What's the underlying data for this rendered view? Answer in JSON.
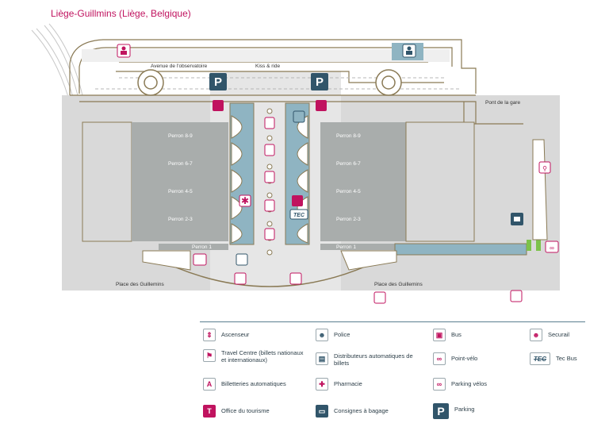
{
  "title": "Liège-Guillmins (Liège, Belgique)",
  "map": {
    "street_top": "Avenue de l'observatoire",
    "kiss_ride": "Kiss & ride",
    "bridge": "Pont de la gare",
    "square_left": "Place des Guillemins",
    "square_right": "Place des Guillemins",
    "platforms_left": [
      "Perron 8-9",
      "Perron 6-7",
      "Perron 4-5",
      "Perron 2-3"
    ],
    "platforms_right": [
      "Perron 8-9",
      "Perron 6-7",
      "Perron 4-5",
      "Perron 2-3"
    ],
    "perron1_left": "Perron 1",
    "perron1_right": "Perron 1",
    "parking_glyph": "P",
    "tec_glyph": "TEC"
  },
  "legend": {
    "col1": [
      {
        "icon": "elevator-icon",
        "label": "Ascenseur"
      },
      {
        "icon": "travel-centre-icon",
        "label": "Travel Centre (billets nationaux et internationaux)"
      },
      {
        "icon": "ticket-machine-icon",
        "label": "Billetteries automatiques"
      },
      {
        "icon": "tourism-office-icon",
        "label": "Office du tourisme"
      }
    ],
    "col2": [
      {
        "icon": "police-icon",
        "label": "Police"
      },
      {
        "icon": "ticket-dispenser-icon",
        "label": "Distributeurs automatiques de billets"
      },
      {
        "icon": "pharmacy-icon",
        "label": "Pharmacie"
      },
      {
        "icon": "luggage-icon",
        "label": "Consignes à bagage"
      }
    ],
    "col3": [
      {
        "icon": "bus-icon",
        "label": "Bus"
      },
      {
        "icon": "bike-point-icon",
        "label": "Point-vélo"
      },
      {
        "icon": "bike-parking-icon",
        "label": "Parking vélos"
      },
      {
        "icon": "parking-icon",
        "label": "Parking"
      }
    ],
    "col4": [
      {
        "icon": "securail-icon",
        "label": "Securail"
      },
      {
        "icon": "tec-bus-icon",
        "label": "Tec Bus"
      }
    ]
  },
  "colors": {
    "accent": "#c0135f",
    "teal": "#31556a",
    "platform": "#a9adac",
    "concourse": "#d9d9d9",
    "outline": "#8a7a55"
  }
}
